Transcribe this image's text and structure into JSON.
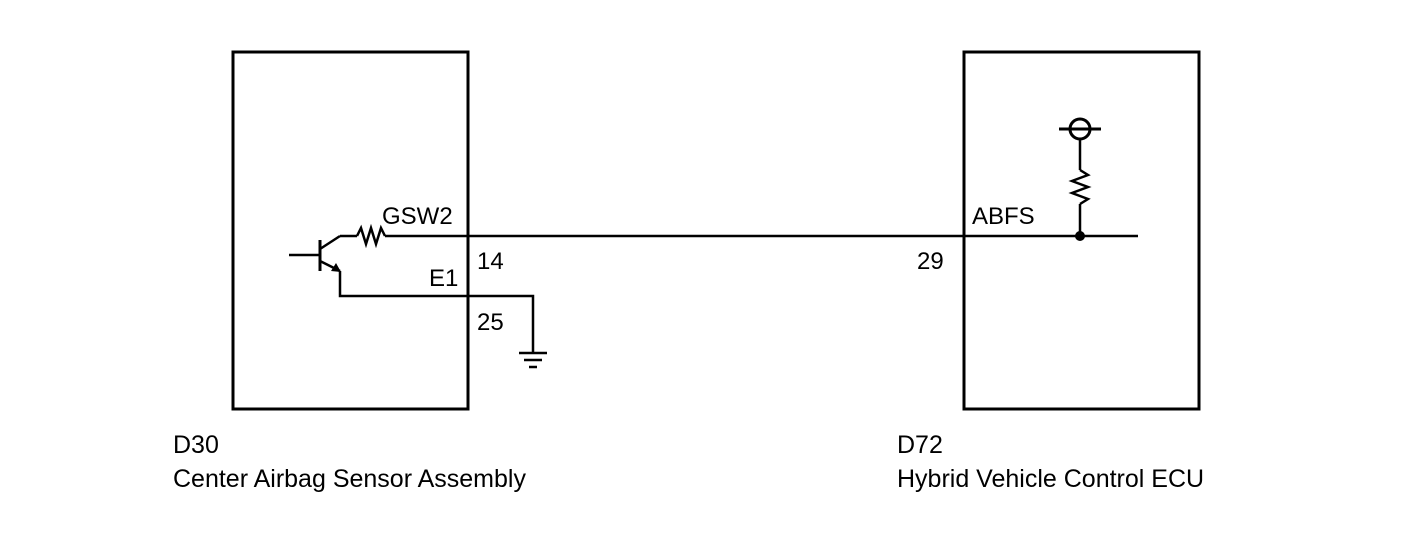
{
  "components": [
    {
      "code": "D30",
      "name": "Center Airbag Sensor Assembly",
      "pins": [
        {
          "label": "GSW2",
          "number": "14"
        },
        {
          "label": "E1",
          "number": "25"
        }
      ]
    },
    {
      "code": "D72",
      "name": "Hybrid Vehicle Control ECU",
      "pins": [
        {
          "label": "ABFS",
          "number": "29"
        }
      ]
    }
  ]
}
